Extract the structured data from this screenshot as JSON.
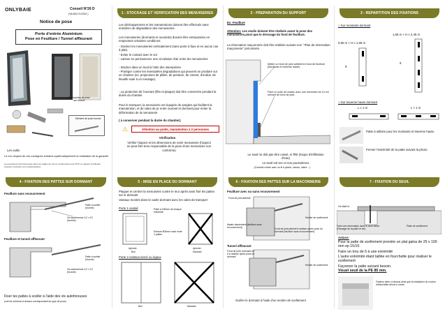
{
  "cover": {
    "brand": "ONLYBAIE",
    "doc_code": "Conseil N°26 D",
    "doc_version": "(V6-MAJ 01/2022 )",
    "notice": "Notice de pose",
    "product_title_1": "Porte d'entrée  Aluminium",
    "product_title_2": "Pose en Feuillure / Tunnel affleurant",
    "accessories_label": "Accessoires de pose\nnon fournis",
    "element_label": "Elément de pose fournis",
    "tools_label": "Les outils",
    "note_1": "Le non respect de ces consignes entraîne systématiquement la réalisation de la garantie.",
    "note_2": "La menuiserie doit être posée dans les règles de l'art et conformément au DTU en vigueur (Ordinaire, coupure et photos non contractuelles)."
  },
  "s1": {
    "title": "1 - STOCKAGE ET VERIFICATION DES MENUISERIES",
    "p1": "Les déchargements et les manutentions doivent être effectués sans entraîner de dégradation des menuiseries.",
    "p2": "Les menuiseries (dormants et ouvrants) doivent être entreposées en respectant certaines conditions:",
    "bullets": [
      "- Stocker les menuiseries verticalement (sans porte à faux et en aucun cas à plat).",
      "- Eviter le contact avec le sol",
      "- Laisser en permanence une circulation d'air entre les menuiseries",
      "- Stocker dans un local à l'abri des intempéries",
      "- Protéger contre les éventuelles dégradations qui peuvent se produire sur un chantier (ex: projections de plâtre, de peinture, de ciment, d'enduit, de limaille suite à un meulage)."
    ],
    "p3": "- La protection de l'ouvrant (film et plaque) doit être conservée pendant la durée du chantier.",
    "p4": "Pour le transport, la menuiserie est équipée de sangles qui facilitent la manutention, et de cales de pr entre ouvrant et dormant pour éviter la déformation de la menuiserie",
    "p4b": "( à conserver pendant la durée du chantier).",
    "warning": "Attention au poids, manutention à 2 personnes",
    "verif_title": "Vérification",
    "verif_text": "Vérifier l'aspect et les dimensions de votre menuiserie (l'aspect ne peut être tenu responsable de la pose d'une menuiserie non conforme)"
  },
  "s2": {
    "title": "2 - PREPARATION DU SUPPORT",
    "ex": "Ex: Feuillure",
    "attention": "Attention:",
    "att_text": " Les seuils doivent être réalisés avant la pose des menuiseries,ainsi que le dressage du fond de feuillure.",
    "p1": "La réservation maçonnerie doit être réalisée suivant nos \" Plan de réservation maçonnerie\" préconisés.",
    "callout1": "Mettre un fond de joint adhésif en fond de feuillure (Montants et traverse haute)",
    "callout2": "Faire un solin de mastic avec une remontée de 10 cm servant de fond de joint.",
    "foot1": "Le seuil ne doit pas être cassé, ni fêlé (risque d'infiltration d'eau)",
    "foot2": "Le seuil est sec et non poussiéreux",
    "foot3": "(Contrôle à faire avec un fil à plomb, niveau, mètre ...)"
  },
  "s3": {
    "title": "3 - REPARTITION DES FIXATIONS",
    "sub1": "Sur montants dormant",
    "dim1": "0,65 m < H ≤ 1,65 m",
    "dim2": "1,65 m < H ≤ 2,45 m",
    "sub2": "Sur traverse  haute dormant",
    "l1": "L ≤ 1 m",
    "l2": "L > 1 m",
    "note1": "Patte à utilisée pour les montants et traverse haute.",
    "note2": "Fermer l'extrémité de la patte suivant la photo:"
  },
  "s4": {
    "title": "4 - FIXATION DES PATTES SUR DORMANT",
    "sub1": "Feuillure sans recouvrement",
    "sub2": "Feuillure et tunnel affleurant",
    "patte": "Patte à sceller\n(fournie)",
    "vis1": "Vis autoforeuse  4,2 x 19\n(fournie)",
    "vis2": "Vis autoforeuse  4,2 x 13\n(fournie)",
    "foot": "Fixer les pattes à sceller à l'aide des vis autoforeuses",
    "foot2": "(voir les schéma ci-dessus correspondant au type de pose)"
  },
  "s5": {
    "title": "5 - MISE EN PLACE DU DORMANT",
    "p1": "Plaquer et centrer la menuiserie contre le mur après avoir fixé les pattes sur le dormant",
    "p2": "Vantaux montés dans le cadre dormant avec les cales de transport",
    "porte1": "Porte 1 vantail",
    "porte2": "Porte 2 vantaux tiercé ou égaux",
    "cale_note": "Patte à 150mm de chaque extrémité",
    "entraxe": "Entraxe 800mm maxi entre 2 pattes",
    "aplomb": "Aplomb",
    "bon": "Bon",
    "mauvais": "Mauvais"
  },
  "s6": {
    "title": "6 - FIXATION DES PATTES SUR LA MACONNERIE",
    "sub1": "Feuillure avec ou sans recouvrement",
    "fond": "Fond de joint adhésif",
    "mortier": "Mortier de scellement",
    "mastic": "Mastic élastomère (feuillure sans recouvrement)",
    "fond2": "Fond de joint adhésif à réaliser après pose du dormant (feuillure sans recouvrement)",
    "sub2": "Tunnel affleurant",
    "tunnel_note": "Fond de joint, tubulaire de 6 à réaliser après pose du dormant",
    "foot": "Sceller le dormant à l'aide d'un mortier de scellement"
  },
  "s7": {
    "title": "7 - FIXATION DU SEUIL",
    "vis": "Vis Mø5 et",
    "reserv": "Faire une réservation dans le seuil béton\n(Passage de la patte et vis)",
    "patte": "Patte de scellement",
    "astuce": "Astuce:",
    "a1": "Pour la patte de scellement prendre un plat galva de 25 x 100 mm ep 15/10.",
    "a2": "Faire un trou de 6 à une extrémité",
    "a3": "L'autre extrémité étant taillée en fourchette pour réaliser le scellement",
    "a4": "Façonner la patte suivant besoin.",
    "visuel": "Visuel seuil de la PE 85 mm.",
    "fix_note": "Fixation idem ci dessus ainsi que la réalisation du cordon d'étanchéité décrit ci contre"
  }
}
